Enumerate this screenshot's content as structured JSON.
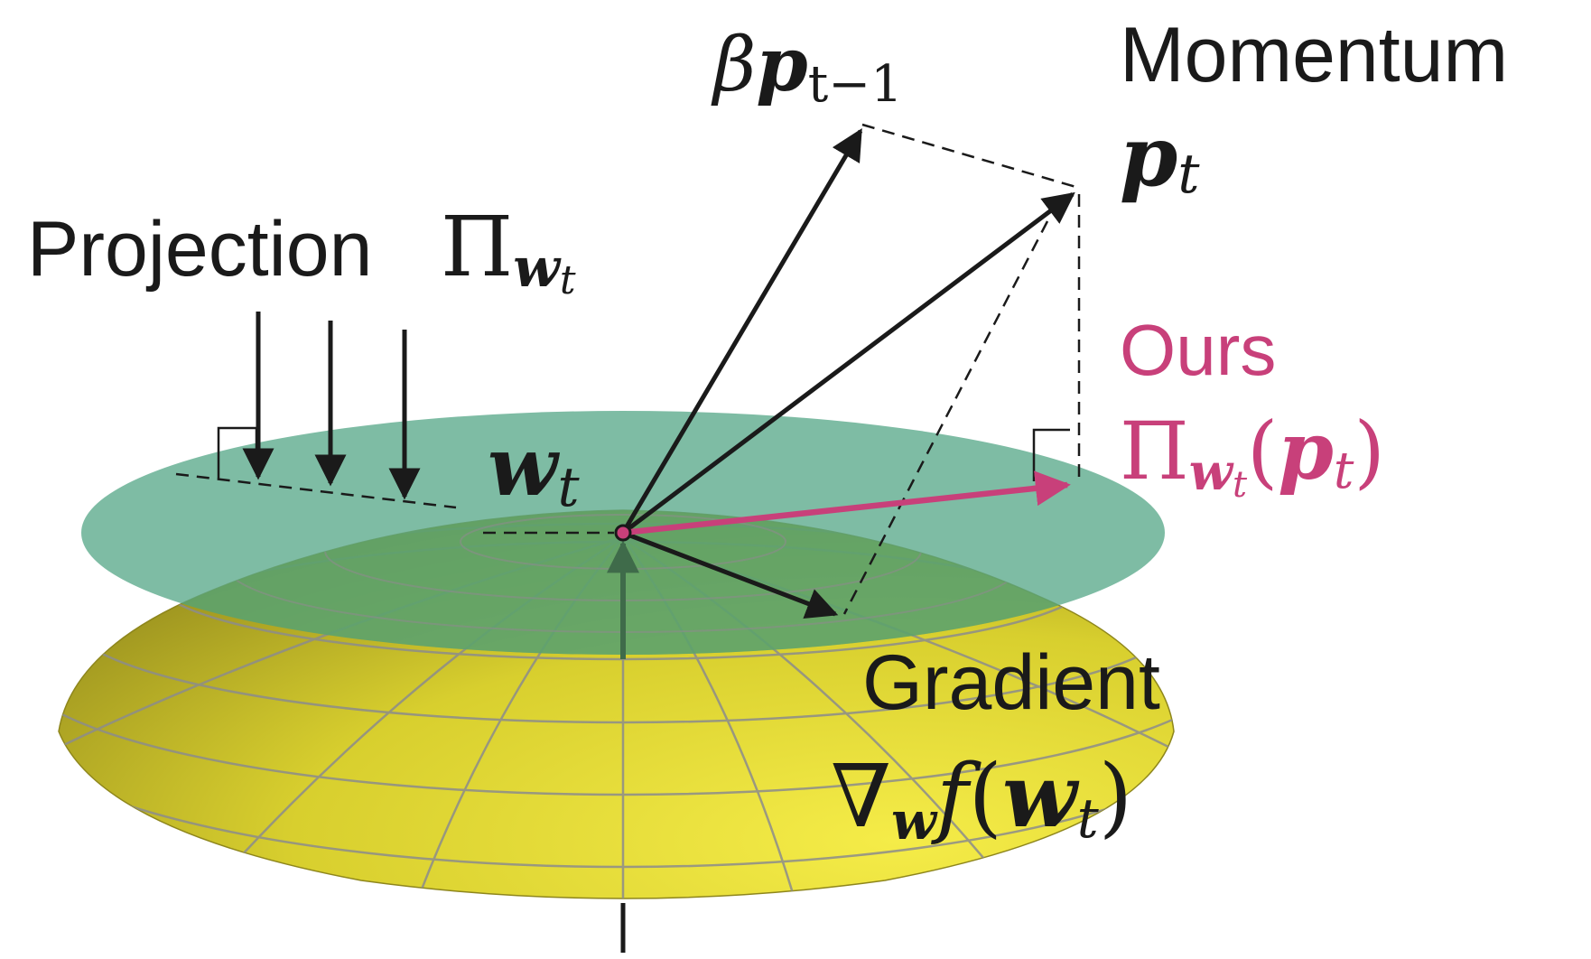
{
  "labels": {
    "beta_prefix": "β",
    "beta_vec": "p",
    "beta_sub": "t−1",
    "momentum_title": "Momentum",
    "momentum_vec": "p",
    "momentum_sub": "t",
    "projection_title": "Projection",
    "projection_pi": "Π",
    "projection_sub": "w",
    "projection_subsub": "t",
    "point_vec": "w",
    "point_sub": "t",
    "ours_title": "Ours",
    "ours_pi": "Π",
    "ours_sub": "w",
    "ours_subsub": "t",
    "ours_open": "(",
    "ours_vec": "p",
    "ours_vec_sub": "t",
    "ours_close": ")",
    "gradient_title": "Gradient",
    "gradient_nabla": "∇",
    "gradient_sub": "w",
    "gradient_f": "f",
    "gradient_open": "(",
    "gradient_vec": "w",
    "gradient_vec_sub": "t",
    "gradient_close": ")"
  },
  "colors": {
    "ink": "#1a1a1a",
    "ours_accent": "#c8407a",
    "tangent_plane": "#5aa98a",
    "sphere": "#e8df3a",
    "sphere_cap": "#5f9e5a",
    "grid": "#8c8c8c"
  }
}
